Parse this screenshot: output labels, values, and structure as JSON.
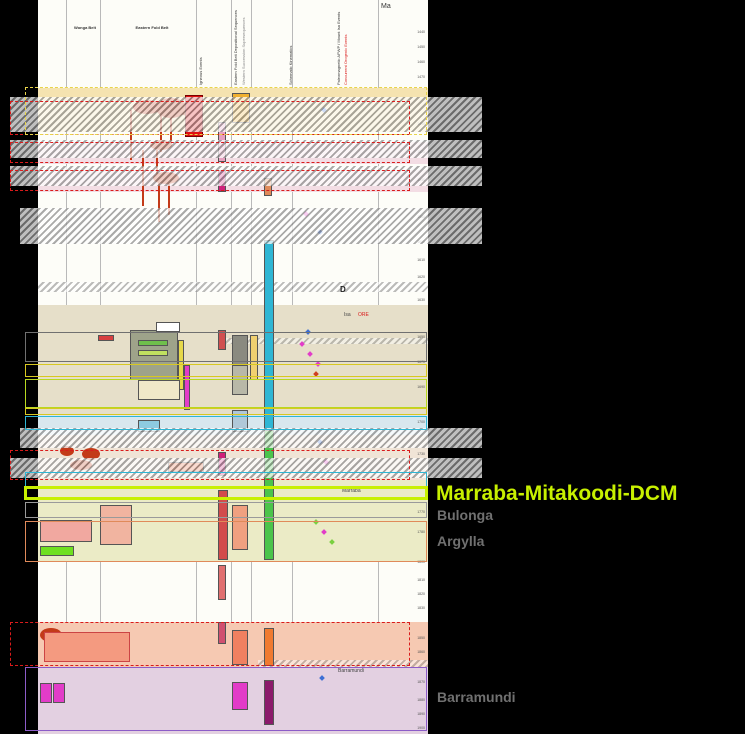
{
  "unit_label": "Ma",
  "headers": {
    "wonga_belt": "Wonga Belt",
    "eastern_fold_belt": "Eastern Fold Belt",
    "igneous_events": "Igneous Events",
    "efb_depositional": "Eastern Fold Belt Depositional Sequences",
    "western_seq": "Western Succession Supersequences",
    "kinematics": "Schematic Kinematics",
    "apwp": "Paleomagnetic APWP / Mount Isa Events",
    "orogenic": "Concurrent Orogenic Events"
  },
  "callouts": {
    "marraba": "Marraba-Mitakoodi-DCM",
    "bulonga": "Bulonga",
    "argylla": "Argylla",
    "barramundi": "Barramundi"
  },
  "inline_labels": {
    "d3": "D",
    "isa_orogeny": "Isa",
    "isa_ore": "ORE",
    "marraba_small": "Marraba",
    "barramundi_small": "Barramundi"
  },
  "colors": {
    "callout_green": "#c8f000",
    "callout_grey": "#707070",
    "dash_red": "#d91b1b",
    "cyan": "#2fb6d4",
    "orange": "#e08a5a",
    "purple": "#8c5cc8",
    "magenta": "#e23cc8"
  }
}
